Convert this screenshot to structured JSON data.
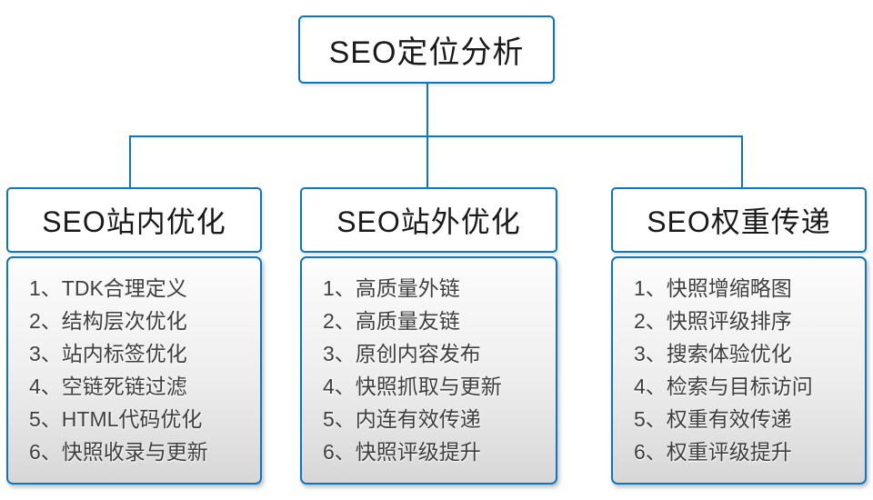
{
  "diagram": {
    "root": {
      "title": "SEO定位分析"
    },
    "branches": [
      {
        "title": "SEO站内优化",
        "items": [
          "1、TDK合理定义",
          "2、结构层次优化",
          "3、站内标签优化",
          "4、空链死链过滤",
          "5、HTML代码优化",
          "6、快照收录与更新"
        ]
      },
      {
        "title": "SEO站外优化",
        "items": [
          "1、高质量外链",
          "2、高质量友链",
          "3、原创内容发布",
          "4、快照抓取与更新",
          "5、内连有效传递",
          "6、快照评级提升"
        ]
      },
      {
        "title": "SEO权重传递",
        "items": [
          "1、快照增缩略图",
          "2、快照评级排序",
          "3、搜索体验优化",
          "4、检索与目标访问",
          "5、权重有效传递",
          "6、权重评级提升"
        ]
      }
    ],
    "colors": {
      "line": "#0e75c0",
      "header_text": "#1a1a1a",
      "item_text": "#3f3f3f",
      "panel_top": "#fdfdfd",
      "panel_bottom": "#d7d7d7",
      "node_bg": "#ffffff"
    }
  }
}
